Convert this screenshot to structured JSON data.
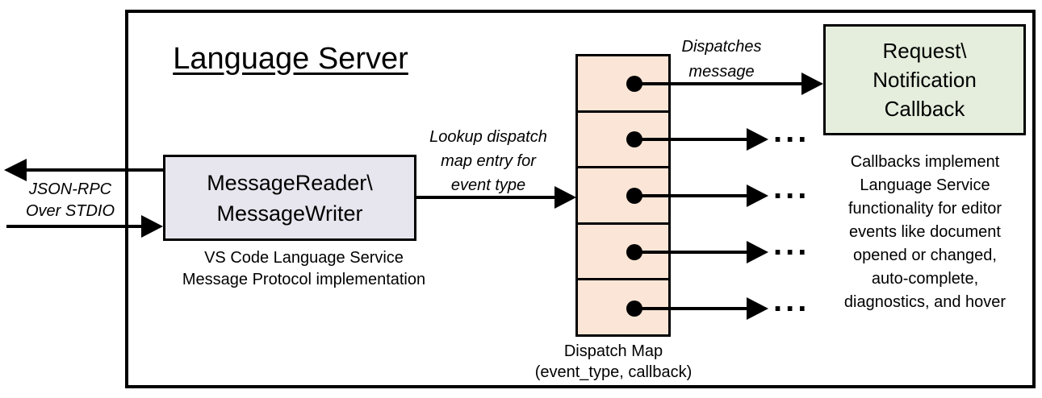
{
  "diagram": {
    "title": "Language Server",
    "io_label": "JSON-RPC\nOver STDIO",
    "reader_box": {
      "label": "MessageReader\\\nMessageWriter",
      "caption": "VS Code Language Service\nMessage Protocol implementation"
    },
    "lookup_label": "Lookup dispatch\nmap entry for\nevent type",
    "dispatches_label": "Dispatches\nmessage",
    "dispatch_map": {
      "row_count": 5,
      "caption": "Dispatch Map\n(event_type, callback)"
    },
    "callback_box": {
      "label": "Request\\\nNotification\nCallback"
    },
    "callbacks_note": "Callbacks implement\nLanguage Service\nfunctionality for editor\nevents like document\nopened or changed,\nauto-complete,\ndiagnostics, and hover",
    "ellipsis": "..."
  },
  "colors": {
    "reader_box_fill": "#e7e6ee",
    "dispatch_cell_fill": "#fbe5d6",
    "callback_box_fill": "#e5eedd",
    "line_and_border": "#000000",
    "background": "#ffffff"
  }
}
